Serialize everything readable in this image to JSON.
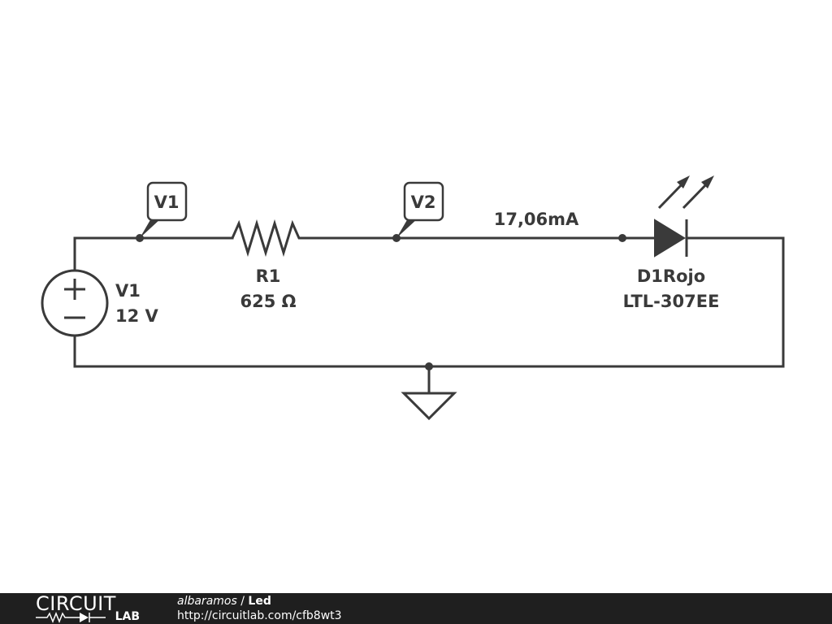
{
  "schematic": {
    "source": {
      "name": "V1",
      "value": "12 V"
    },
    "resistor": {
      "name": "R1",
      "value": "625 Ω"
    },
    "led": {
      "name": "D1Rojo",
      "part": "LTL-307EE"
    },
    "probes": [
      {
        "label": "V1"
      },
      {
        "label": "V2"
      }
    ],
    "current_readout": "17,06mA",
    "icons": {
      "source": "dc-voltage-source-icon",
      "resistor": "resistor-icon",
      "led": "led-icon",
      "ground": "ground-icon",
      "probe": "voltage-probe-icon"
    },
    "line_color": "#3a3a3a"
  },
  "footer": {
    "logo_top": "CIRCUIT",
    "logo_bottom": "LAB",
    "author": "albaramos",
    "separator": " / ",
    "title": "Led",
    "url": "http://circuitlab.com/cfb8wt3",
    "background_color": "#1f1f1f"
  }
}
